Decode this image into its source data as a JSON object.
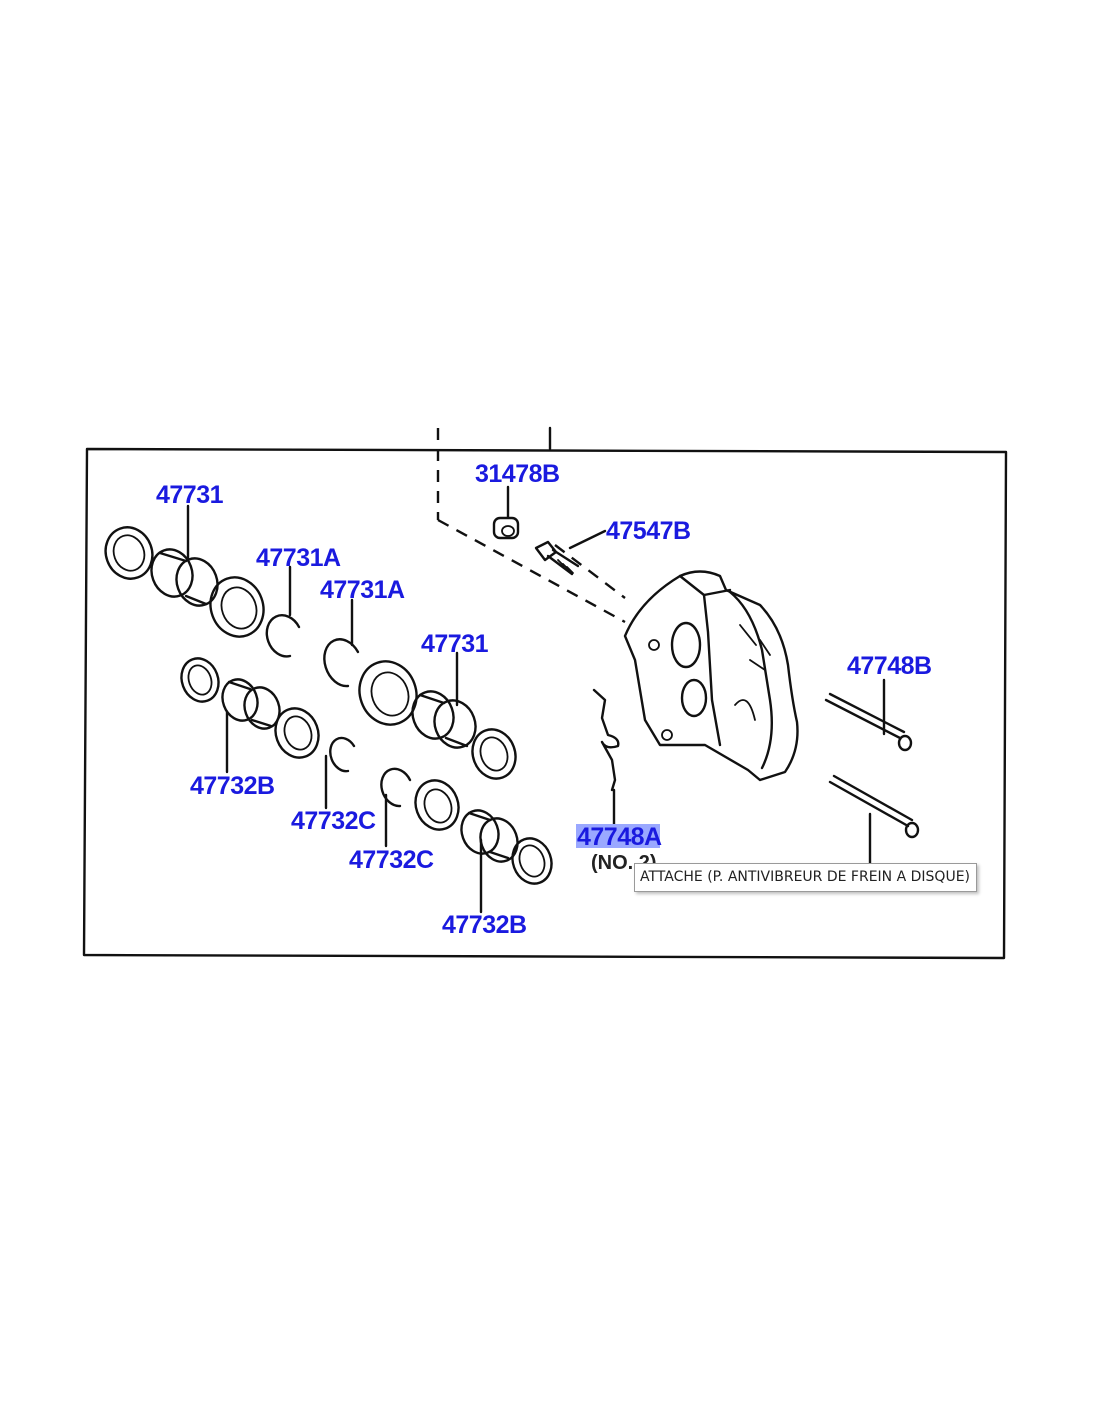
{
  "labels": {
    "p47731_a": "47731",
    "p47731A_a": "47731A",
    "p47731A_b": "47731A",
    "p47731_b": "47731",
    "p47732B_a": "47732B",
    "p47732C_a": "47732C",
    "p47732C_b": "47732C",
    "p47732B_b": "47732B",
    "p31478B": "31478B",
    "p47547B": "47547B",
    "p47748B": "47748B",
    "p47748A": "47748A"
  },
  "note": "(NO. 2)",
  "tooltip": "ATTACHE (P. ANTIVIBREUR DE FREIN A DISQUE)",
  "colors": {
    "label": "#1a1adf",
    "highlight": "#9aa8ff",
    "line": "#111111"
  }
}
